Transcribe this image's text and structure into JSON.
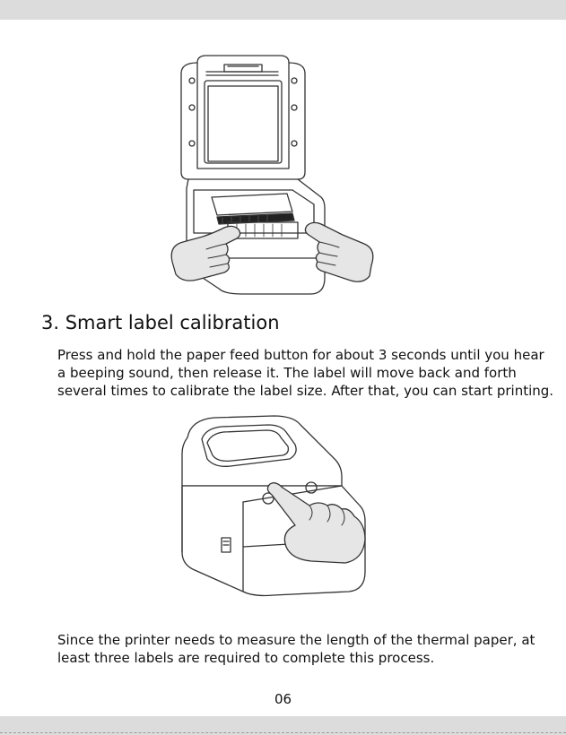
{
  "section": {
    "heading": "3. Smart label calibration",
    "paragraph1_lines": [
      "Press and hold the paper feed button for about 3 seconds until you hear",
      "a beeping sound, then release it. The label will move back and forth",
      "several times to calibrate the label size. After that, you can start printing."
    ],
    "paragraph2_lines": [
      "Since the printer needs to measure the length of the thermal paper, at",
      "least three labels are required to complete this process."
    ]
  },
  "page_number": "06",
  "colors": {
    "band": "#dcdcdc",
    "text": "#111111",
    "line_art": "#333333",
    "hand_fill": "#e6e6e6"
  },
  "icons": {
    "illustration_top": "printer-open-lid-hands-icon",
    "illustration_bottom": "printer-closed-press-button-icon"
  }
}
